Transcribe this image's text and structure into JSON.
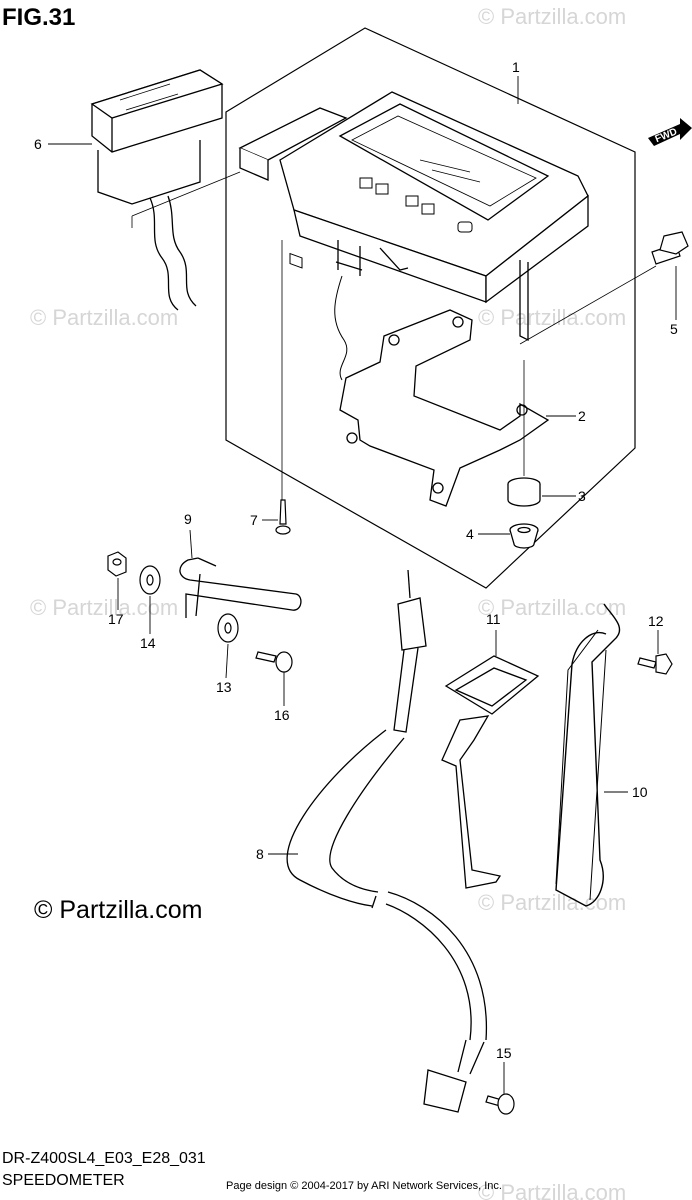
{
  "figure": {
    "title": "FIG.31"
  },
  "watermark": "© Partzilla.com",
  "copyright": "© Partzilla.com",
  "direction_badge": "FWD",
  "footer": {
    "model_code": "DR-Z400SL4_E03_E28_031",
    "page_name": "SPEEDOMETER",
    "page_design": "Page design © 2004-2017 by ARI Network Services, Inc."
  },
  "callouts": [
    "1",
    "2",
    "3",
    "4",
    "5",
    "6",
    "7",
    "8",
    "9",
    "10",
    "11",
    "12",
    "13",
    "14",
    "15",
    "16",
    "17"
  ]
}
